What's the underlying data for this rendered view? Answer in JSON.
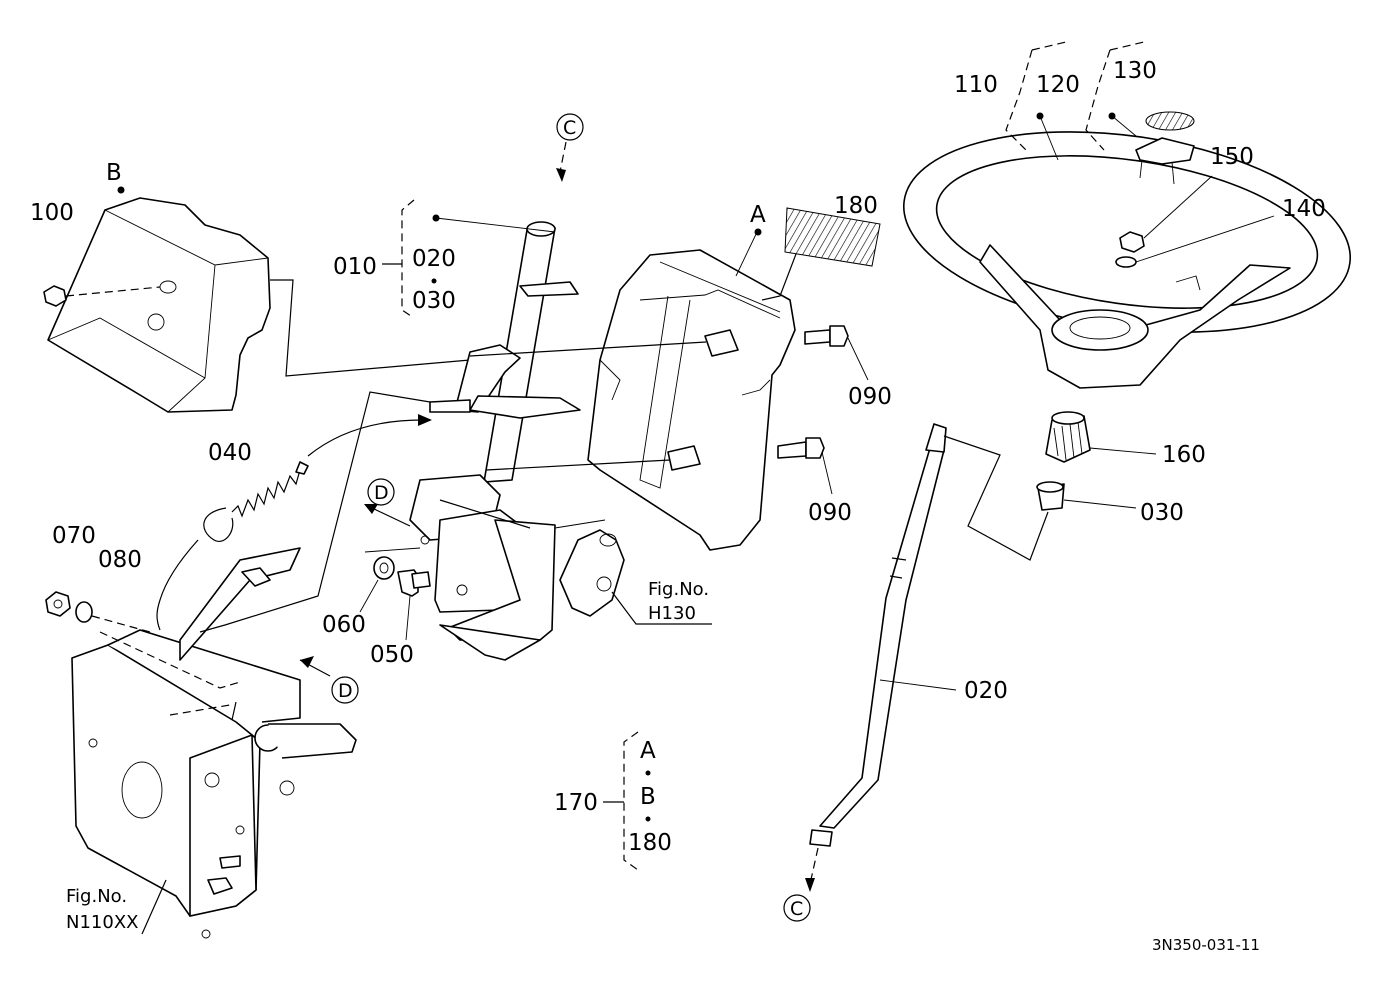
{
  "labels": {
    "p100": "100",
    "pB_top": "B",
    "p010": "010",
    "p020a": "020",
    "p030a": "030",
    "pC_top": "C",
    "pA_top": "A",
    "p180": "180",
    "p090a": "090",
    "p090b": "090",
    "p040": "040",
    "pD_left": "D",
    "p070": "070",
    "p080": "080",
    "p060": "060",
    "p050": "050",
    "fig_h130_line1": "Fig.No.",
    "fig_h130_line2": "H130",
    "pD_right": "D",
    "fig_n110_line1": "Fig.No.",
    "fig_n110_line2": "N110XX",
    "p170": "170",
    "p170_A": "A",
    "p170_B": "B",
    "p170_180": "180",
    "p110": "110",
    "p120": "120",
    "p130": "130",
    "p150": "150",
    "p140": "140",
    "p160": "160",
    "p030b": "030",
    "p020b": "020",
    "pC_bottom": "C",
    "drawing_code": "3N350-031-11"
  }
}
